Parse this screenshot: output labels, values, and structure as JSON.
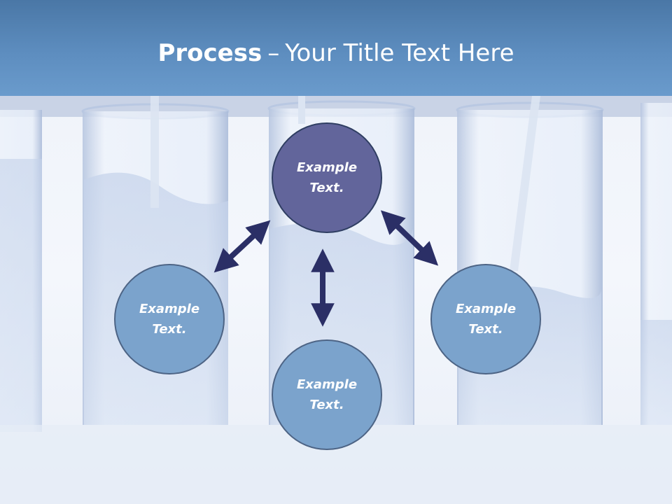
{
  "title": {
    "bold": "Process",
    "separator": "–",
    "rest": "Your Title Text Here"
  },
  "nodes": {
    "top": {
      "label": "Example Text."
    },
    "left": {
      "label": "Example Text."
    },
    "bottom": {
      "label": "Example Text."
    },
    "right": {
      "label": "Example Text."
    }
  },
  "colors": {
    "header": "#5d8dbf",
    "node_highlight": "#62659b",
    "node_default": "#7ba3cc",
    "arrow": "#2b2f66"
  }
}
